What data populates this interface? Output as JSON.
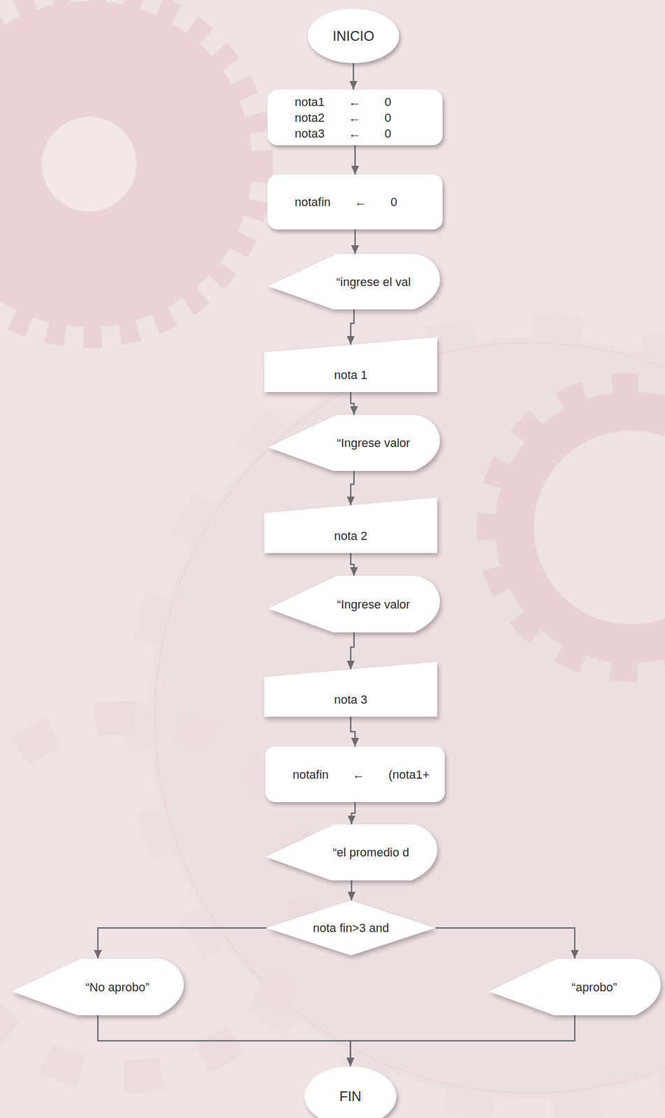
{
  "diagram": {
    "nodes": [
      {
        "text": [
          "INICIO"
        ]
      },
      {
        "text": [
          "nota1 ← 0",
          "nota2 ← 0",
          "nota3 ← 0"
        ]
      },
      {
        "text": [
          "notafin ← 0"
        ]
      },
      {
        "text": [
          "“ingrese el val"
        ]
      },
      {
        "text": [
          "nota 1"
        ]
      },
      {
        "text": [
          "“Ingrese valor"
        ]
      },
      {
        "text": [
          "nota 2"
        ]
      },
      {
        "text": [
          "“Ingrese valor"
        ]
      },
      {
        "text": [
          "nota 3"
        ]
      },
      {
        "text": [
          "notafin ← (nota1+"
        ]
      },
      {
        "text": [
          "“el promedio d"
        ]
      },
      {
        "text": [
          "nota fin>3 and"
        ]
      },
      {
        "text": [
          "“No aprobo”"
        ]
      },
      {
        "text": [
          "“aprobo”"
        ]
      },
      {
        "text": [
          "FIN"
        ]
      }
    ],
    "edges": [
      {
        "from": 0,
        "to": 1,
        "arrow": "to"
      },
      {
        "from": 1,
        "to": 2,
        "arrow": "to"
      },
      {
        "from": 2,
        "to": 3,
        "arrow": "to"
      },
      {
        "from": 3,
        "to": 4,
        "arrow": "to"
      },
      {
        "from": 4,
        "to": 5,
        "arrow": "to"
      },
      {
        "from": 5,
        "to": 6,
        "arrow": "to"
      },
      {
        "from": 6,
        "to": 7,
        "arrow": "to"
      },
      {
        "from": 7,
        "to": 8,
        "arrow": "to"
      },
      {
        "from": 8,
        "to": 9,
        "arrow": "to"
      },
      {
        "from": 9,
        "to": 10,
        "arrow": "to"
      },
      {
        "from": 10,
        "to": 11,
        "arrow": "to"
      },
      {
        "from": 11,
        "to": 12,
        "arrow": "to"
      },
      {
        "from": 11,
        "to": 13,
        "arrow": "to"
      },
      {
        "from": 12,
        "to": 14,
        "arrow": "to"
      },
      {
        "from": 13,
        "to": 14,
        "arrow": "to"
      }
    ]
  }
}
